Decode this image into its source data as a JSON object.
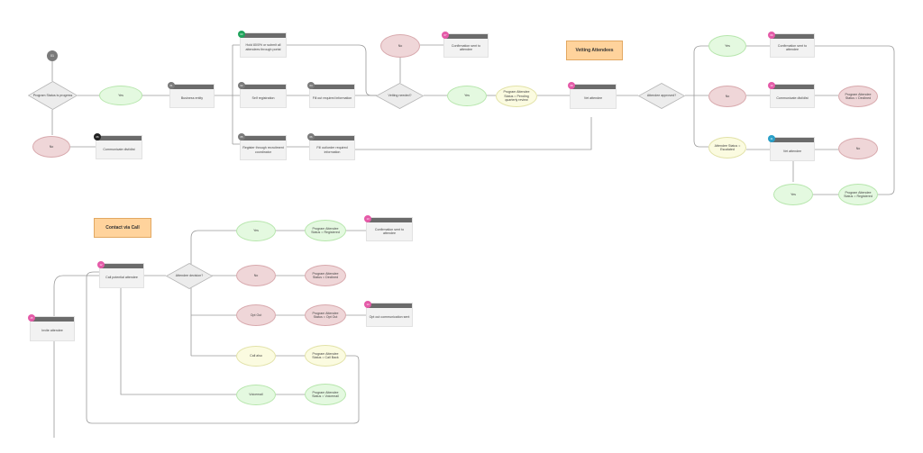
{
  "start_label": "01",
  "notes": {
    "vetting": "Vetting Attendees",
    "contact": "Contact via Call"
  },
  "decisions": {
    "program_status": "Program Status is progress",
    "vetting_needed": "Vetting needed?",
    "attendee_approved": "Attendee approved?",
    "attendee_decision": "Attendee decision?"
  },
  "nodes": {
    "yes_program": "Yes",
    "no_program": "No",
    "no_vetting": "No",
    "yes_vetting": "Yes",
    "status_pending": "Program Attendee Status = Pending quarterly review",
    "yes_approved": "Yes",
    "no_approved": "No",
    "status_escalated": "Attendee Status = Escalated",
    "status_declined_top": "Program Attendee Status = Declined",
    "no_bottom": "No",
    "yes_bottom": "Yes",
    "status_registered_top": "Program Attendee Status = Registered",
    "yes_call": "Yes",
    "status_registered_call": "Program Attendee Status = Registered",
    "no_call": "No",
    "status_declined_call": "Program Attendee Status = Declined",
    "optout_call": "Opt Out",
    "status_optout_call": "Program Attendee Status = Opt Out",
    "callback_call": "Call also",
    "status_callback_call": "Program Attendee Status = Call Back",
    "voicemail_call": "Voicemail",
    "status_voicemail_call": "Program Attendee Status = Voicemail"
  },
  "cards": {
    "communicate_dlst": {
      "badge": "06",
      "badge_color": "#222222",
      "text": "Communicate dlst/dlst"
    },
    "business_entity": {
      "badge": "01",
      "badge_color": "#7a7a7a",
      "text": "Business entity"
    },
    "hold_portal": {
      "badge": "03",
      "badge_color": "#1fa35b",
      "text": "Hold 80/0% or submit all attendees through portal"
    },
    "self_registration": {
      "badge": "02",
      "badge_color": "#7a7a7a",
      "text": "Self registration"
    },
    "fill_required": {
      "badge": "04",
      "badge_color": "#7a7a7a",
      "text": "Fill out required information"
    },
    "register_recruitment": {
      "badge": "05",
      "badge_color": "#7a7a7a",
      "text": "Register through recruitment coordinator"
    },
    "fill_other": {
      "badge": "06",
      "badge_color": "#7a7a7a",
      "text": "Fill out/order required information"
    },
    "confirmation_vet": {
      "badge": "07",
      "badge_color": "#e55aa8",
      "text": "Confirmation sent to attendee"
    },
    "vet_attendee": {
      "badge": "08",
      "badge_color": "#e55aa8",
      "text": "Vet attendee"
    },
    "confirmation_approved": {
      "badge": "09",
      "badge_color": "#e55aa8",
      "text": "Confirmation sent to attendee"
    },
    "communicate_dlst_top": {
      "badge": "10",
      "badge_color": "#e55aa8",
      "text": "Communicate dlst/dlst"
    },
    "vet_attendee_2": {
      "badge": "11",
      "badge_color": "#2aa0c8",
      "text": "Vet attendee"
    },
    "call_potential": {
      "badge": "12",
      "badge_color": "#e55aa8",
      "text": "Call potential attendee"
    },
    "confirmation_call": {
      "badge": "13",
      "badge_color": "#e55aa8",
      "text": "Confirmation sent to attendee"
    },
    "optout_comm": {
      "badge": "14",
      "badge_color": "#e55aa8",
      "text": "Opt out communication sent"
    },
    "invite_attendee": {
      "badge": "15",
      "badge_color": "#e55aa8",
      "text": "Invite attendee"
    }
  }
}
